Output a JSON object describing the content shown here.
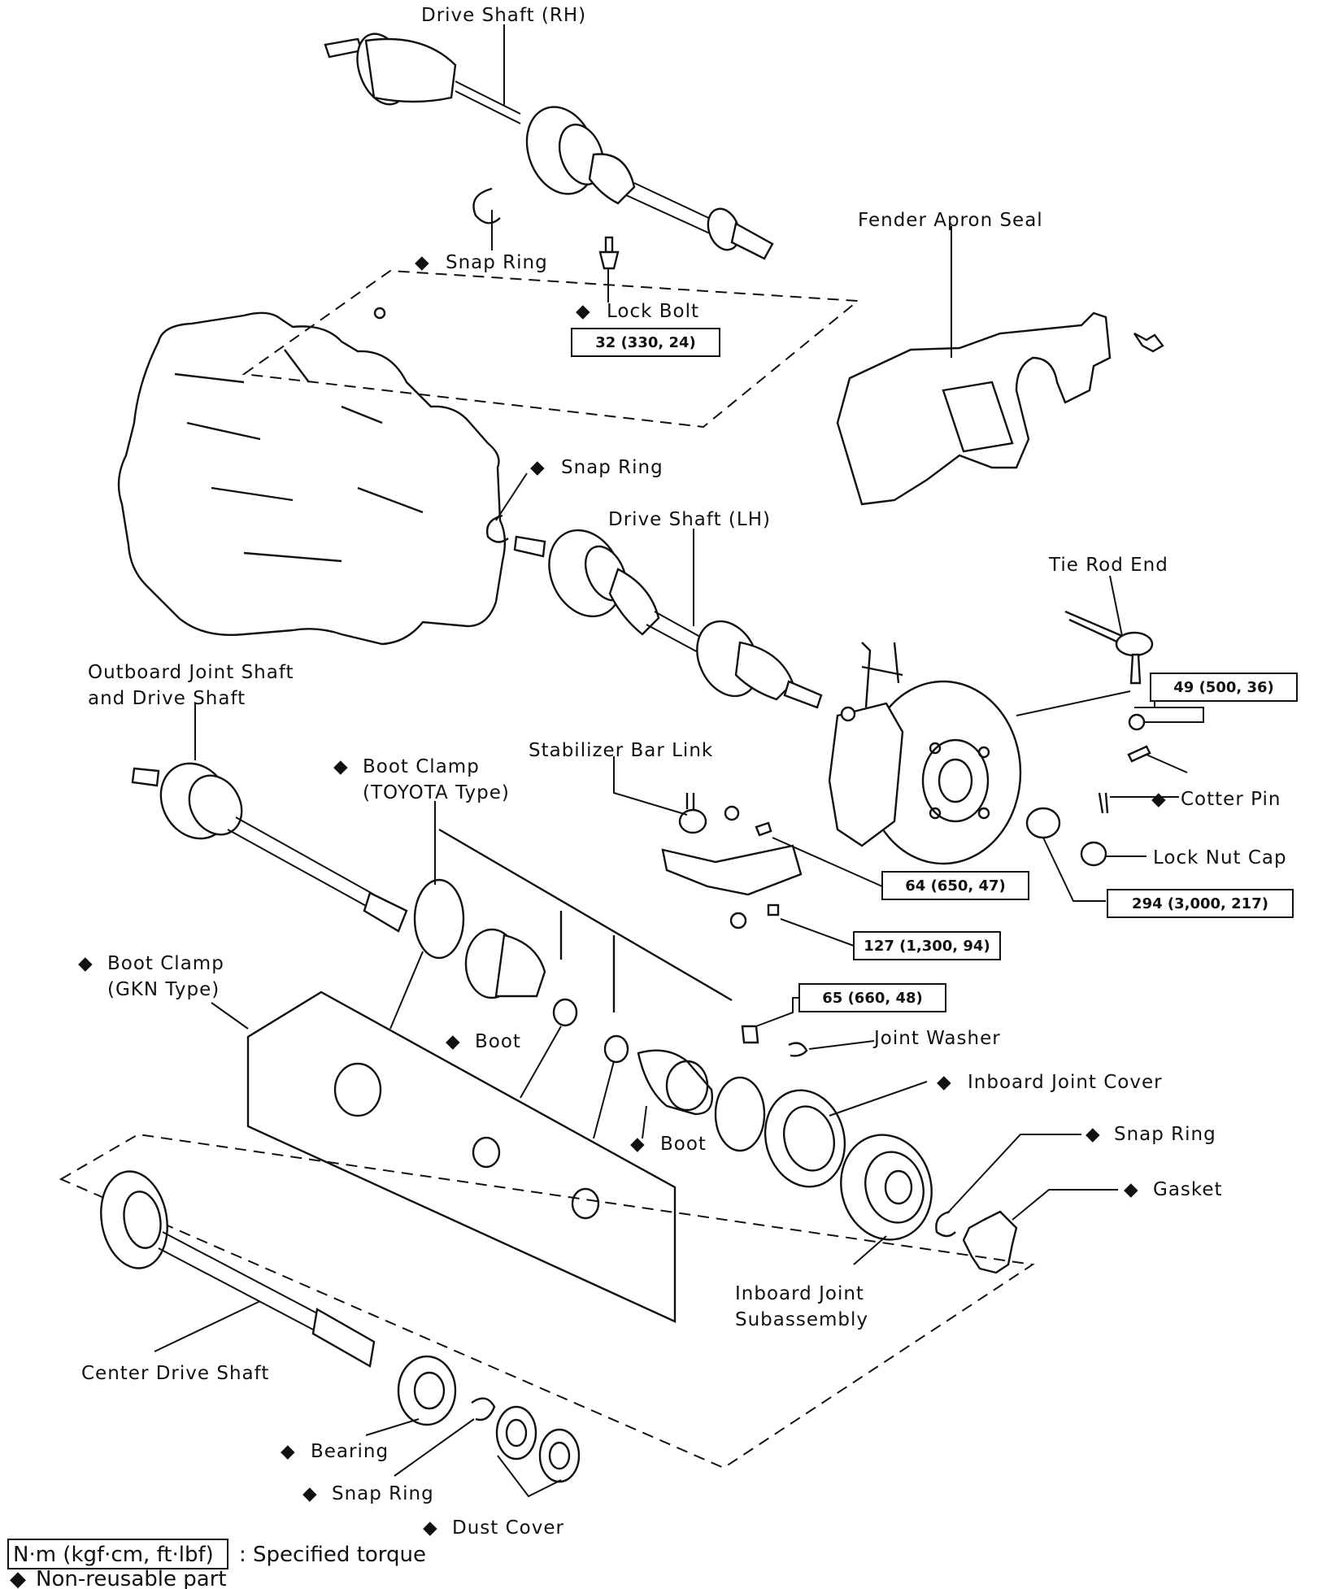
{
  "labels": {
    "drive_shaft_rh": "Drive Shaft (RH)",
    "snap_ring_rh": "Snap Ring",
    "lock_bolt": "Lock Bolt",
    "fender_apron_seal": "Fender Apron Seal",
    "snap_ring_trans": "Snap Ring",
    "drive_shaft_lh": "Drive Shaft (LH)",
    "tie_rod_end": "Tie Rod End",
    "outboard_line1": "Outboard Joint Shaft",
    "outboard_line2": "and Drive Shaft",
    "boot_clamp_toyota_line1": "Boot Clamp",
    "boot_clamp_toyota_line2": "(TOYOTA Type)",
    "stabilizer_bar_link": "Stabilizer Bar Link",
    "cotter_pin": "Cotter Pin",
    "lock_nut_cap": "Lock Nut Cap",
    "boot_clamp_gkn_line1": "Boot Clamp",
    "boot_clamp_gkn_line2": "(GKN Type)",
    "boot_1": "Boot",
    "boot_2": "Boot",
    "joint_washer": "Joint Washer",
    "inboard_joint_cover": "Inboard Joint Cover",
    "snap_ring_inboard": "Snap Ring",
    "gasket": "Gasket",
    "inboard_sub_line1": "Inboard Joint",
    "inboard_sub_line2": "Subassembly",
    "center_drive_shaft": "Center Drive Shaft",
    "bearing": "Bearing",
    "snap_ring_center": "Snap Ring",
    "dust_cover": "Dust Cover"
  },
  "torques": {
    "lock_bolt": "32 (330, 24)",
    "tie_rod": "49 (500, 36)",
    "stabilizer": "64 (650, 47)",
    "hub_nut": "294 (3,000, 217)",
    "lower_arm": "127 (1,300, 94)",
    "inboard_bolt": "65 (660, 48)"
  },
  "legend": {
    "torque_unit": "N·m (kgf·cm, ft·lbf)",
    "torque_desc": ": Specified torque",
    "non_reusable": "Non-reusable part"
  },
  "markers": {
    "non_reusable_symbol": "◆"
  }
}
